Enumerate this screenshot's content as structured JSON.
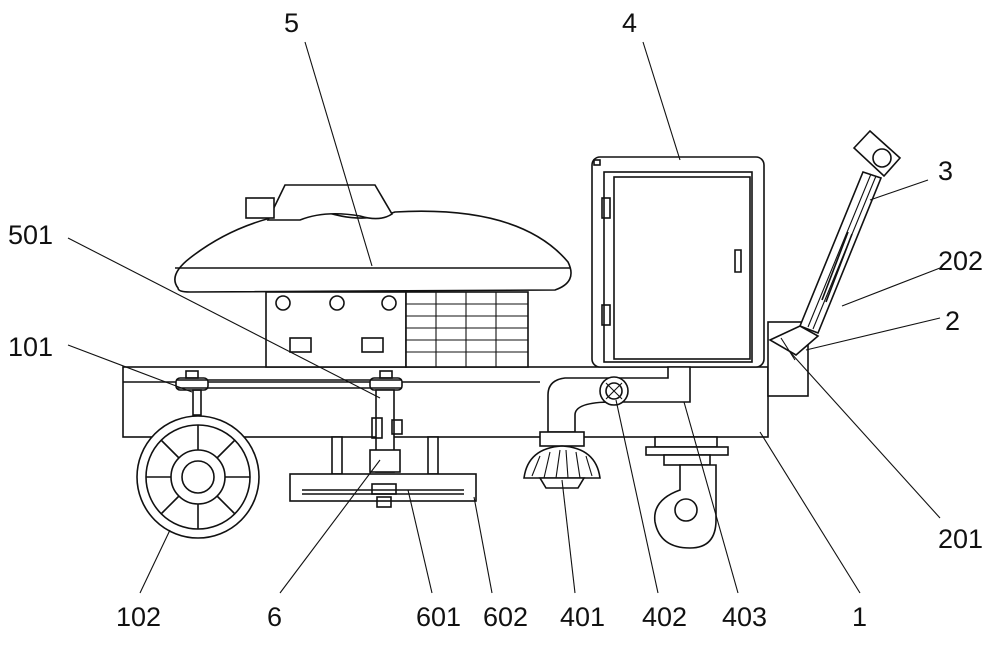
{
  "labels": {
    "l5": "5",
    "l4": "4",
    "l3": "3",
    "l202": "202",
    "l2": "2",
    "l501": "501",
    "l101": "101",
    "l201": "201",
    "l102": "102",
    "l6": "6",
    "l601": "601",
    "l602": "602",
    "l401": "401",
    "l402": "402",
    "l403": "403",
    "l1": "1"
  }
}
